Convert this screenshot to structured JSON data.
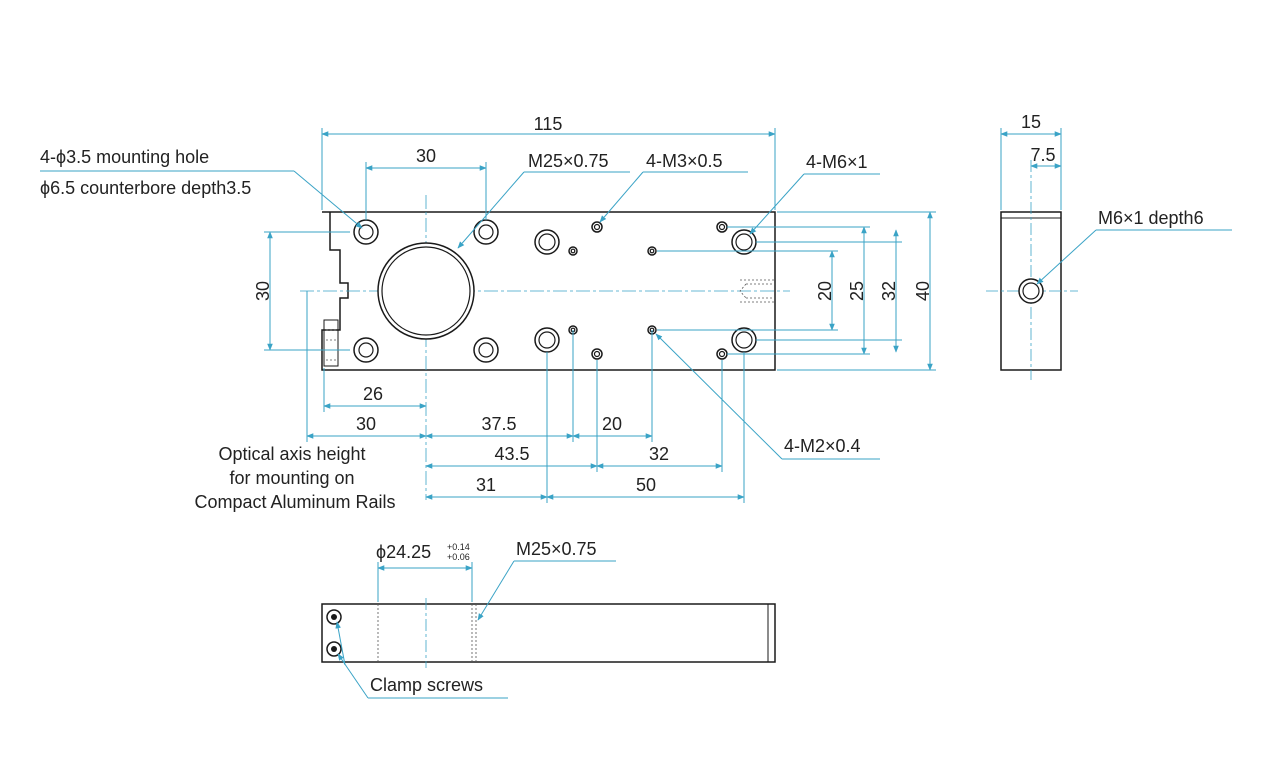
{
  "top_view": {
    "dims": {
      "overall_length": "115",
      "hole_pitch_30": "30",
      "height_30": "30",
      "offset_26": "26",
      "offset_30": "30",
      "d_37_5": "37.5",
      "d_20": "20",
      "d_43_5": "43.5",
      "d_32": "32",
      "d_31": "31",
      "d_50": "50",
      "v_20": "20",
      "v_25": "25",
      "v_32": "32",
      "v_40": "40"
    },
    "callouts": {
      "mounting_hole_line1": "4-ϕ3.5 mounting hole",
      "mounting_hole_line2": "ϕ6.5 counterbore depth3.5",
      "thread_m25": "M25×0.75",
      "m3": "4-M3×0.5",
      "m6": "4-M6×1",
      "m2": "4-M2×0.4"
    },
    "note": {
      "line1": "Optical axis height",
      "line2": "for mounting on",
      "line3": "Compact Aluminum Rails"
    }
  },
  "side_view": {
    "width": "15",
    "half_width": "7.5",
    "callout": "M6×1 depth6"
  },
  "bottom_view": {
    "bore_diameter": "ϕ24.25",
    "tol_upper": "+0.14",
    "tol_lower": "+0.06",
    "thread": "M25×0.75",
    "clamp": "Clamp screws"
  }
}
